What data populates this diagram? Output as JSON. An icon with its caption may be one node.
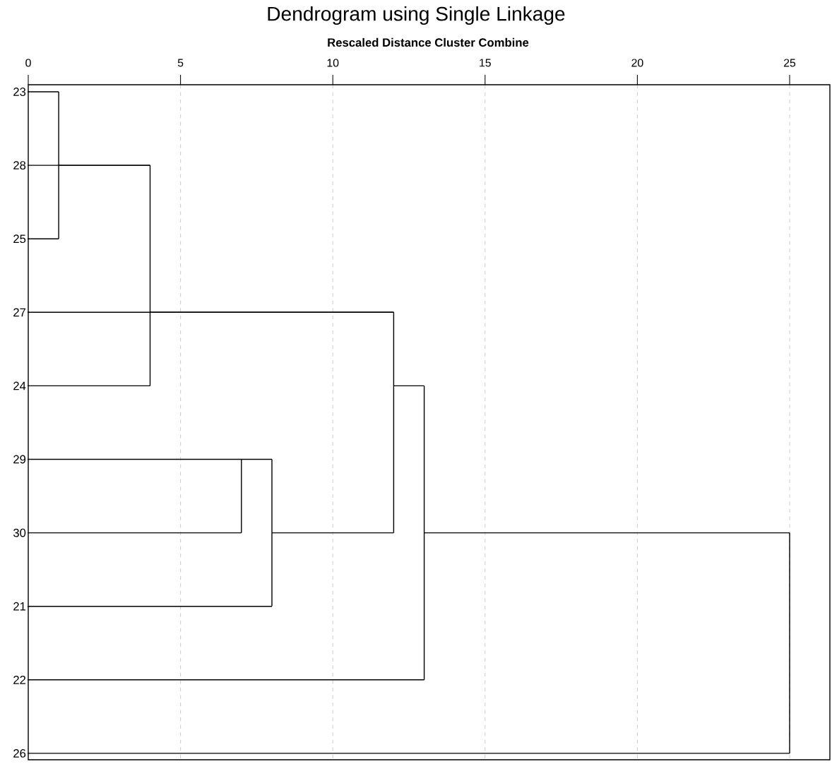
{
  "diagram": {
    "title": "Dendrogram using Single Linkage",
    "nodes": [
      {
        "text": [
          "23"
        ]
      },
      {
        "text": [
          "28"
        ]
      },
      {
        "text": [
          "25"
        ]
      },
      {
        "text": [
          "27"
        ]
      },
      {
        "text": [
          "24"
        ]
      },
      {
        "text": [
          "29"
        ]
      },
      {
        "text": [
          "30"
        ]
      },
      {
        "text": [
          "21"
        ]
      },
      {
        "text": [
          "22"
        ]
      },
      {
        "text": [
          "26"
        ]
      },
      {
        "text": [],
        "shape": "bar"
      },
      {
        "text": [],
        "shape": "bar"
      },
      {
        "text": [],
        "shape": "bar"
      },
      {
        "text": [],
        "shape": "bar"
      },
      {
        "text": [],
        "shape": "bar"
      },
      {
        "text": [],
        "shape": "bar"
      },
      {
        "text": [],
        "shape": "bar"
      }
    ],
    "edges": [
      {
        "from": 0,
        "to": 10,
        "arrow": "none"
      },
      {
        "from": 2,
        "to": 10,
        "arrow": "none"
      },
      {
        "from": 10,
        "to": 11,
        "arrow": "none"
      },
      {
        "from": 1,
        "to": 11,
        "arrow": "none"
      },
      {
        "from": 4,
        "to": 11,
        "arrow": "none"
      },
      {
        "from": 3,
        "to": 12,
        "arrow": "none"
      },
      {
        "from": 11,
        "to": 12,
        "arrow": "none"
      },
      {
        "from": 5,
        "to": 13,
        "arrow": "none"
      },
      {
        "from": 6,
        "to": 13,
        "arrow": "none"
      },
      {
        "from": 13,
        "to": 14,
        "arrow": "none"
      },
      {
        "from": 7,
        "to": 14,
        "arrow": "none"
      },
      {
        "from": 14,
        "to": 12,
        "arrow": "none"
      },
      {
        "from": 12,
        "to": 15,
        "arrow": "none"
      },
      {
        "from": 8,
        "to": 15,
        "arrow": "none"
      },
      {
        "from": 15,
        "to": 16,
        "arrow": "none"
      },
      {
        "from": 9,
        "to": 16,
        "arrow": "none"
      }
    ],
    "labels": [
      "Rescaled Distance Cluster Combine",
      "0",
      "5",
      "10",
      "15",
      "20",
      "25"
    ]
  }
}
